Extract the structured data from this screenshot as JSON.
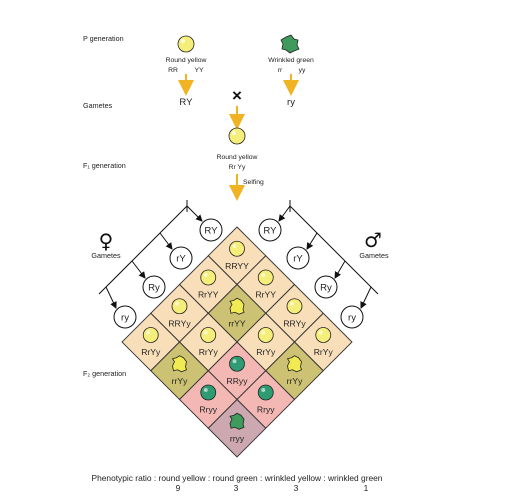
{
  "labels": {
    "p_generation": "P generation",
    "gametes": "Gametes",
    "f1_generation": "F₁ generation",
    "f2_generation": "F₂ generation",
    "gametes_female": "Gametes",
    "gametes_male": "Gametes"
  },
  "parents": {
    "left": {
      "phenotype": "Round yellow",
      "genotype_a": "RR",
      "genotype_b": "YY",
      "gamete": "RY"
    },
    "right": {
      "phenotype": "Wrinkled green",
      "genotype_a": "rr",
      "genotype_b": "yy",
      "gamete": "ry"
    }
  },
  "cross_symbol": "×",
  "f1": {
    "phenotype": "Round yellow",
    "genotype": "Rr Yy",
    "selfing": "Selfing"
  },
  "symbols": {
    "female": "♀",
    "male": "♂"
  },
  "female_gametes": [
    "RY",
    "rY",
    "Ry",
    "ry"
  ],
  "male_gametes": [
    "RY",
    "rY",
    "Ry",
    "ry"
  ],
  "grid": [
    [
      "RRYY",
      "RrYY",
      "RRYy",
      "RrYy"
    ],
    [
      "RrYY",
      "rrYY",
      "RrYy",
      "rrYy"
    ],
    [
      "RRYy",
      "RrYy",
      "RRyy",
      "Rryy"
    ],
    [
      "RrYy",
      "rrYy",
      "Rryy",
      "rryy"
    ]
  ],
  "phenotypes": {
    "round_yellow": {
      "fill": "#f8dfba",
      "seed": "#f6ee7a"
    },
    "wrinkled_yellow": {
      "fill": "#cdc274",
      "seed": "#f2ea52"
    },
    "round_green": {
      "fill": "#f3b8b3",
      "seed": "#2f9b72"
    },
    "wrinkled_green": {
      "fill": "#cda8b0",
      "seed": "#3e9a5d"
    }
  },
  "ratio": {
    "text": "Phenotypic ratio : round yellow : round green : wrinkled yellow : wrinkled green",
    "values": [
      "9",
      "3",
      "3",
      "1"
    ]
  },
  "colors": {
    "arrow": "#f0b323",
    "line": "#111111"
  }
}
